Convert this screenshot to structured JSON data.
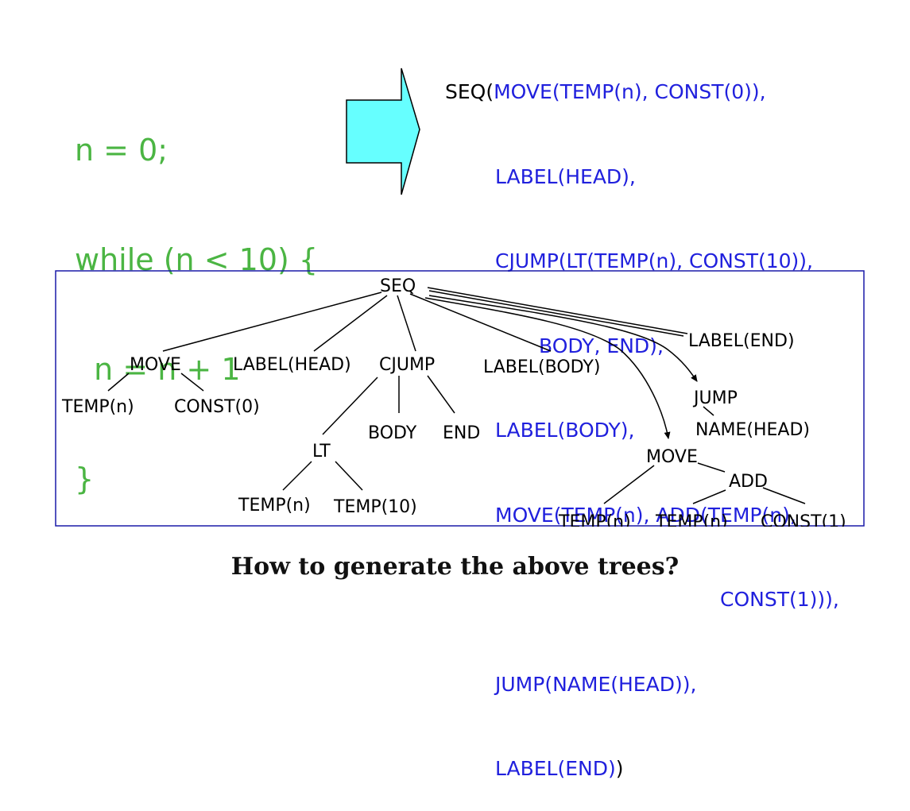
{
  "source_code": [
    "n = 0;",
    "while (n < 10) {",
    "  n = n + 1",
    "}"
  ],
  "ir_code": {
    "seq_keyword": "SEQ(",
    "lines": [
      "MOVE(TEMP(n), CONST(0)),",
      "LABEL(HEAD),",
      "CJUMP(LT(TEMP(n), CONST(10)),",
      "BODY, END),",
      "LABEL(BODY),",
      "MOVE(TEMP(n), ADD(TEMP(n),",
      "CONST(1))),",
      "JUMP(NAME(HEAD)),",
      "LABEL(END)"
    ],
    "closing": ")"
  },
  "tree": {
    "seq": "SEQ",
    "move1": "MOVE",
    "temp_n1": "TEMP(n)",
    "const0": "CONST(0)",
    "label_head": "LABEL(HEAD)",
    "cjump": "CJUMP",
    "lt": "LT",
    "temp_n2": "TEMP(n)",
    "temp10": "TEMP(10)",
    "body": "BODY",
    "end": "END",
    "label_body": "LABEL(BODY)",
    "label_end": "LABEL(END)",
    "jump": "JUMP",
    "name_head": "NAME(HEAD)",
    "move2": "MOVE",
    "add": "ADD",
    "temp_n3": "TEMP(n)",
    "temp_n4": "TEMP(n)",
    "const1": "CONST(1)"
  },
  "caption": "How to generate the above trees?",
  "colors": {
    "source": "#4bb543",
    "ir": "#2020dd",
    "arrow_fill": "#66ffff",
    "tree_border": "#1a1aa8"
  }
}
